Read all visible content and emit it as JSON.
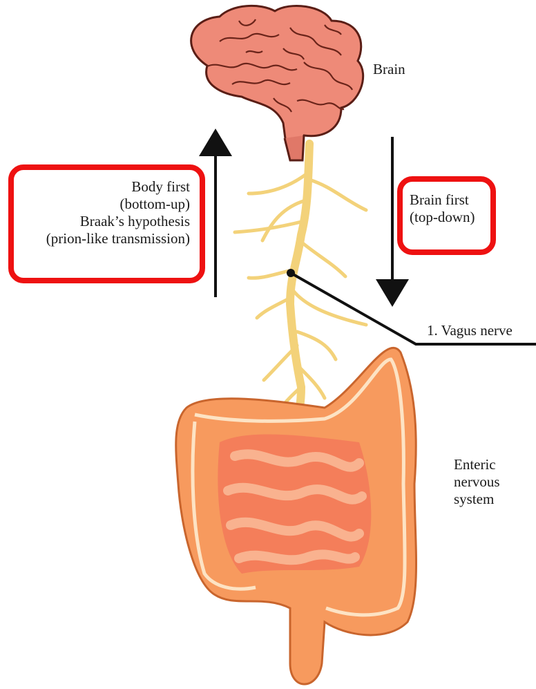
{
  "labels": {
    "brain": "Brain",
    "vagus": "1. Vagus nerve",
    "enteric": [
      "Enteric",
      "nervous",
      "system"
    ]
  },
  "body_first_box": {
    "lines": [
      "Body first",
      "(bottom-up)",
      "Braak’s hypothesis",
      "(prion-like transmission)"
    ]
  },
  "brain_first_box": {
    "lines": [
      "Brain first",
      "(top-down)"
    ]
  },
  "colors": {
    "highlight_box": "#ee1111",
    "brain": "#ee8a78",
    "nerve": "#f3d27a",
    "intestine": "#f79a5e",
    "arrow": "#111111"
  },
  "icons": [
    "brain-illustration",
    "vagus-nerve-illustration",
    "intestine-illustration",
    "up-arrow-icon",
    "down-arrow-icon"
  ]
}
